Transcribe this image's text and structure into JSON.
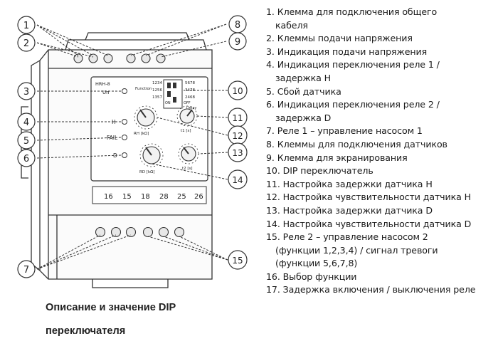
{
  "callouts": [
    "1",
    "2",
    "3",
    "4",
    "5",
    "6",
    "7",
    "8",
    "9",
    "10",
    "11",
    "12",
    "13",
    "14",
    "15"
  ],
  "device": {
    "model": "HRH-8",
    "un_label": "Un",
    "led_labels": [
      "H",
      "FAIL",
      "D"
    ],
    "terminals_bottom": [
      "16",
      "15",
      "18",
      "28",
      "25",
      "26"
    ],
    "dip_left": [
      "1234",
      "1256",
      "1357"
    ],
    "dip_function": "Function",
    "dip_right": [
      "5678",
      "3478",
      "2468"
    ],
    "dip_on": "ON",
    "dip_off": "OFF",
    "dip_delay": "Delay",
    "knob_t1": "t1 [s]",
    "knob_t2": "t2 [s]",
    "knob_r1": "RH [kΩ]",
    "knob_r2": "RD [kΩ]"
  },
  "legend": [
    {
      "num": "1.",
      "lines": [
        "Клемма для подключения общего",
        "кабеля"
      ]
    },
    {
      "num": "2.",
      "lines": [
        "Клеммы подачи напряжения"
      ]
    },
    {
      "num": "3.",
      "lines": [
        "Индикация подачи напряжения"
      ]
    },
    {
      "num": "4.",
      "lines": [
        "Индикация переключения реле 1 /",
        "задержка Н"
      ]
    },
    {
      "num": "5.",
      "lines": [
        "Сбой датчика"
      ]
    },
    {
      "num": "6.",
      "lines": [
        "Индикация переключения реле 2 /",
        "задержка D"
      ]
    },
    {
      "num": "7.",
      "lines": [
        "Реле 1 – управление насосом 1"
      ]
    },
    {
      "num": "8.",
      "lines": [
        " Клеммы для подключения датчиков"
      ]
    },
    {
      "num": "9.",
      "lines": [
        " Клемма для экранирования"
      ]
    },
    {
      "num": "10.",
      "lines": [
        "DIP переключатель"
      ]
    },
    {
      "num": "11.",
      "lines": [
        "Настройка задержки датчика Н"
      ]
    },
    {
      "num": "12.",
      "lines": [
        "Настройка чувствительности датчика Н"
      ]
    },
    {
      "num": "13.",
      "lines": [
        "Настройка задержки датчика D"
      ]
    },
    {
      "num": "14.",
      "lines": [
        "Настройка чувствительности датчика D"
      ]
    },
    {
      "num": "15.",
      "lines": [
        "Реле 2 – управление насосом 2",
        "(функции 1,2,3,4) / сигнал тревоги",
        "(функции 5,6,7,8)"
      ]
    },
    {
      "num": "16.",
      "lines": [
        "Выбор функции"
      ]
    },
    {
      "num": "17.",
      "lines": [
        "Задержка включения / выключения реле"
      ]
    }
  ],
  "caption_line1": "Описание и значение DIP",
  "caption_line2": "переключателя"
}
